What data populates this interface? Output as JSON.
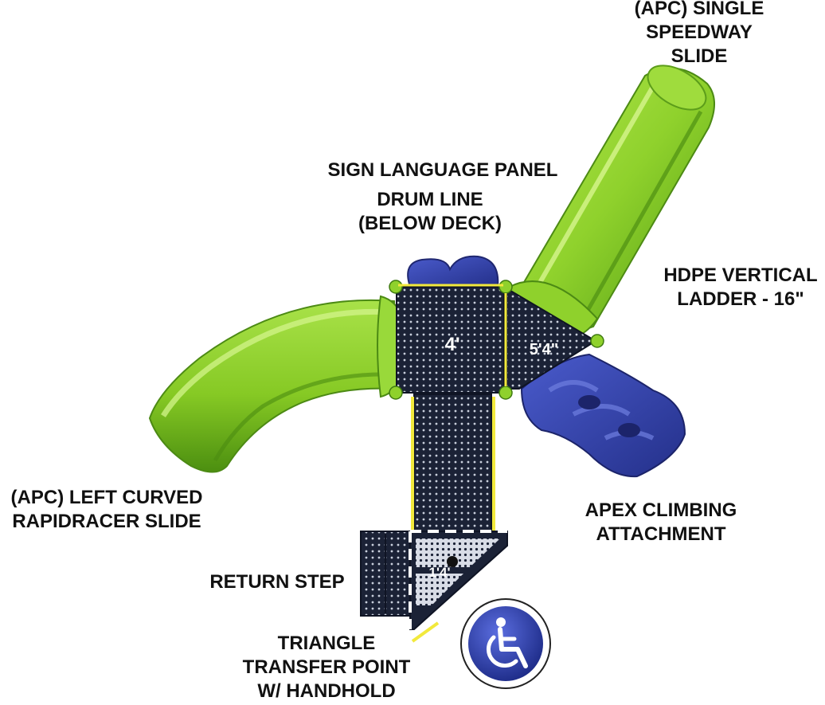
{
  "labels": {
    "speedway_slide": [
      "(APC) SINGLE",
      "SPEEDWAY",
      "SLIDE"
    ],
    "sign_panel": "SIGN LANGUAGE PANEL",
    "drum_line": [
      "DRUM LINE",
      "(BELOW DECK)"
    ],
    "hdpe_ladder": [
      "HDPE VERTICAL",
      "LADDER - 16\""
    ],
    "curved_slide": [
      "(APC) LEFT CURVED",
      "RAPIDRACER SLIDE"
    ],
    "apex_climbing": [
      "APEX CLIMBING",
      "ATTACHMENT"
    ],
    "return_step": "RETURN STEP",
    "transfer_point": [
      "TRIANGLE",
      "TRANSFER POINT",
      "W/ HANDHOLD"
    ]
  },
  "decks": {
    "square_deck": "4'",
    "triangle_deck": "5'4\"",
    "transfer_deck": "1'4'"
  },
  "icons": {
    "accessibility": "wheelchair-accessibility-icon"
  },
  "colors": {
    "slide_green": "#8fd12c",
    "deck_navy": "#1b2236",
    "climber_blue": "#3443a3",
    "post_yellow": "#f2e93c",
    "badge_blue": "#2b3ea8"
  }
}
